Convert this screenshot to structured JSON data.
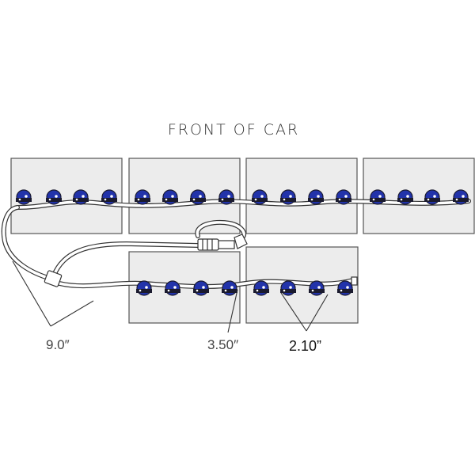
{
  "title": "FRONT OF CAR",
  "dimensions": {
    "tube_length": "9.0″",
    "clip_to_cell": "3.50″",
    "clip_spacing": "2.10”"
  },
  "battery_modules": {
    "top_row": 4,
    "bottom_row": 2
  },
  "clips_per_module": 4,
  "colors": {
    "module_fill": "#ececec",
    "module_stroke": "#555555",
    "clip_blue": "#2233aa",
    "clip_dark": "#1a1a2e",
    "tube_stroke": "#333333",
    "tube_fill": "#ffffff"
  }
}
